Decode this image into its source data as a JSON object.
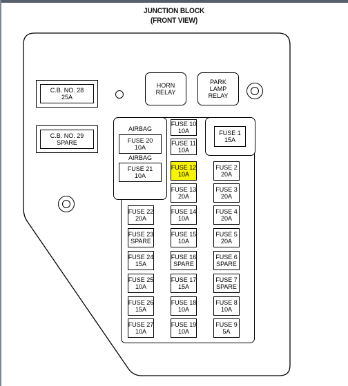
{
  "title_line1": "JUNCTION BLOCK",
  "title_line2": "(FRONT VIEW)",
  "breakers": [
    {
      "line1": "C.B. NO. 28",
      "line2": "25A"
    },
    {
      "line1": "C.B. NO. 29",
      "line2": "SPARE"
    }
  ],
  "relays": [
    {
      "line1": "HORN",
      "line2": "RELAY",
      "line3": ""
    },
    {
      "line1": "PARK",
      "line2": "LAMP",
      "line3": "RELAY"
    }
  ],
  "airbag_label": "AIRBAG",
  "fuses": {
    "f1": {
      "name": "FUSE 1",
      "rating": "15A"
    },
    "f2": {
      "name": "FUSE 2",
      "rating": "20A"
    },
    "f3": {
      "name": "FUSE 3",
      "rating": "20A"
    },
    "f4": {
      "name": "FUSE 4",
      "rating": "20A"
    },
    "f5": {
      "name": "FUSE 5",
      "rating": "20A"
    },
    "f6": {
      "name": "FUSE 6",
      "rating": "SPARE"
    },
    "f7": {
      "name": "FUSE 7",
      "rating": "SPARE"
    },
    "f8": {
      "name": "FUSE 8",
      "rating": "10A"
    },
    "f9": {
      "name": "FUSE 9",
      "rating": "5A"
    },
    "f10": {
      "name": "FUSE 10",
      "rating": "10A"
    },
    "f11": {
      "name": "FUSE 11",
      "rating": "10A"
    },
    "f12": {
      "name": "FUSE 12",
      "rating": "10A"
    },
    "f13": {
      "name": "FUSE 13",
      "rating": "20A"
    },
    "f14": {
      "name": "FUSE 14",
      "rating": "10A"
    },
    "f15": {
      "name": "FUSE 15",
      "rating": "10A"
    },
    "f16": {
      "name": "FUSE 16",
      "rating": "SPARE"
    },
    "f17": {
      "name": "FUSE 17",
      "rating": "15A"
    },
    "f18": {
      "name": "FUSE 18",
      "rating": "10A"
    },
    "f19": {
      "name": "FUSE 19",
      "rating": "10A"
    },
    "f20": {
      "name": "FUSE 20",
      "rating": "10A"
    },
    "f21": {
      "name": "FUSE 21",
      "rating": "10A"
    },
    "f22": {
      "name": "FUSE 22",
      "rating": "20A"
    },
    "f23": {
      "name": "FUSE 23",
      "rating": "SPARE"
    },
    "f24": {
      "name": "FUSE 24",
      "rating": "15A"
    },
    "f25": {
      "name": "FUSE 25",
      "rating": "10A"
    },
    "f26": {
      "name": "FUSE 26",
      "rating": "15A"
    },
    "f27": {
      "name": "FUSE 27",
      "rating": "10A"
    }
  },
  "highlight_color": "#f7f20a"
}
